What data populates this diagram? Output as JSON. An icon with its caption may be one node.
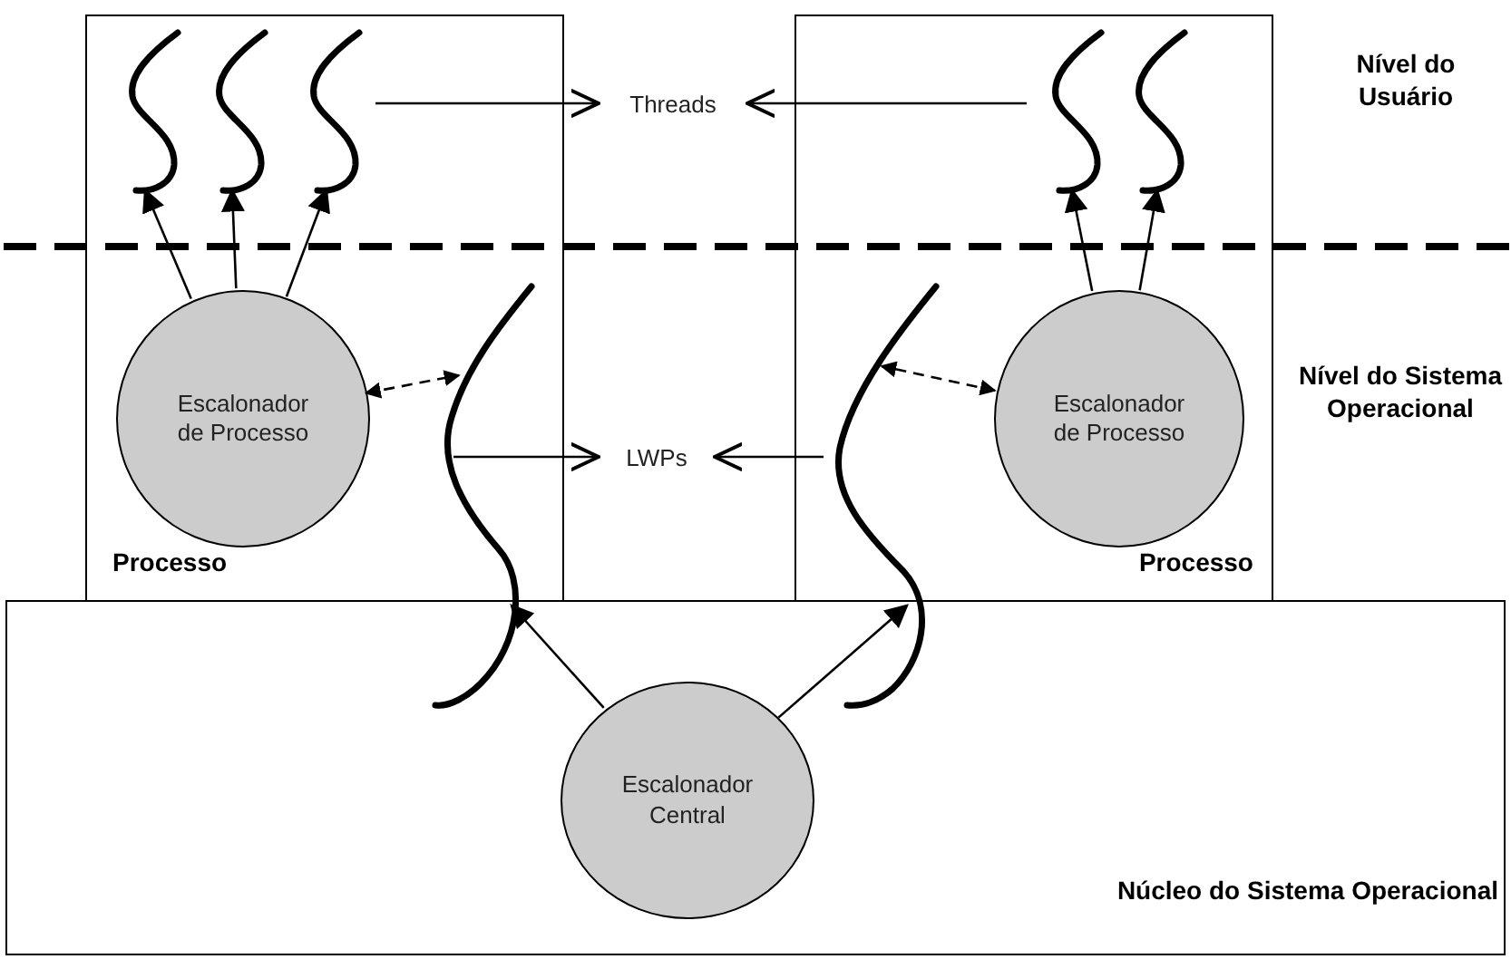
{
  "diagram": {
    "nodes": [
      {
        "text": [
          "Processo"
        ]
      },
      {
        "text": [
          "Processo"
        ]
      },
      {
        "text": [
          "Núcleo do Sistema Operacional"
        ]
      },
      {
        "text": [
          "Escalonador de Processo"
        ],
        "in": 0
      },
      {
        "text": [
          "Escalonador de Processo"
        ],
        "in": 1
      },
      {
        "text": [
          "Escalonador Central"
        ],
        "in": 2
      },
      {
        "text": [],
        "shape": "curve",
        "in": 0
      },
      {
        "text": [],
        "shape": "curve",
        "in": 0
      },
      {
        "text": [],
        "shape": "curve",
        "in": 0
      },
      {
        "text": [],
        "shape": "curve",
        "in": 1
      },
      {
        "text": [],
        "shape": "curve",
        "in": 1
      },
      {
        "text": [],
        "shape": "curve"
      },
      {
        "text": [],
        "shape": "curve"
      },
      {
        "text": [
          "Threads"
        ]
      },
      {
        "text": [
          "LWPs"
        ]
      }
    ],
    "edges": [
      {
        "from": 3,
        "to": 6,
        "arrow": "to"
      },
      {
        "from": 3,
        "to": 7,
        "arrow": "to"
      },
      {
        "from": 3,
        "to": 8,
        "arrow": "to"
      },
      {
        "from": 4,
        "to": 9,
        "arrow": "to"
      },
      {
        "from": 4,
        "to": 10,
        "arrow": "to"
      },
      {
        "from": 8,
        "to": 13,
        "arrow": "to"
      },
      {
        "from": 9,
        "to": 13,
        "arrow": "to"
      },
      {
        "from": 3,
        "to": 11,
        "arrow": "both",
        "style": "dashed"
      },
      {
        "from": 4,
        "to": 12,
        "arrow": "both",
        "style": "dashed"
      },
      {
        "from": 11,
        "to": 14,
        "arrow": "to"
      },
      {
        "from": 12,
        "to": 14,
        "arrow": "to"
      },
      {
        "from": 5,
        "to": 11,
        "arrow": "to"
      },
      {
        "from": 5,
        "to": 12,
        "arrow": "to"
      }
    ],
    "labels": [
      "Nível do Usuário",
      "Nível do Sistema Operacional"
    ]
  }
}
